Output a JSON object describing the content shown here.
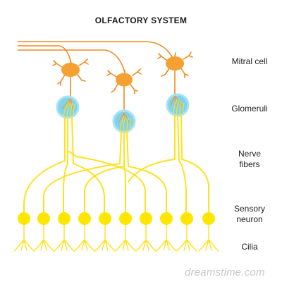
{
  "title": "OLFACTORY SYSTEM",
  "labels": {
    "mitral_cell": "Mitral cell",
    "glomeruli": "Glomeruli",
    "nerve_fibers_line1": "Nerve",
    "nerve_fibers_line2": "fibers",
    "sensory_neuron_line1": "Sensory",
    "sensory_neuron_line2": "neuron",
    "cilia": "Cilia"
  },
  "watermark": "dreamstime.com",
  "colors": {
    "mitral_fill": "#f5a132",
    "mitral_line": "#ef8a22",
    "glomerulus_fill": "#7fd3ef",
    "glomerulus_ring": "#a9e3f5",
    "sensory_fill": "#ffe600",
    "sensory_line": "#ffe11f",
    "text": "#1f1f1f"
  }
}
